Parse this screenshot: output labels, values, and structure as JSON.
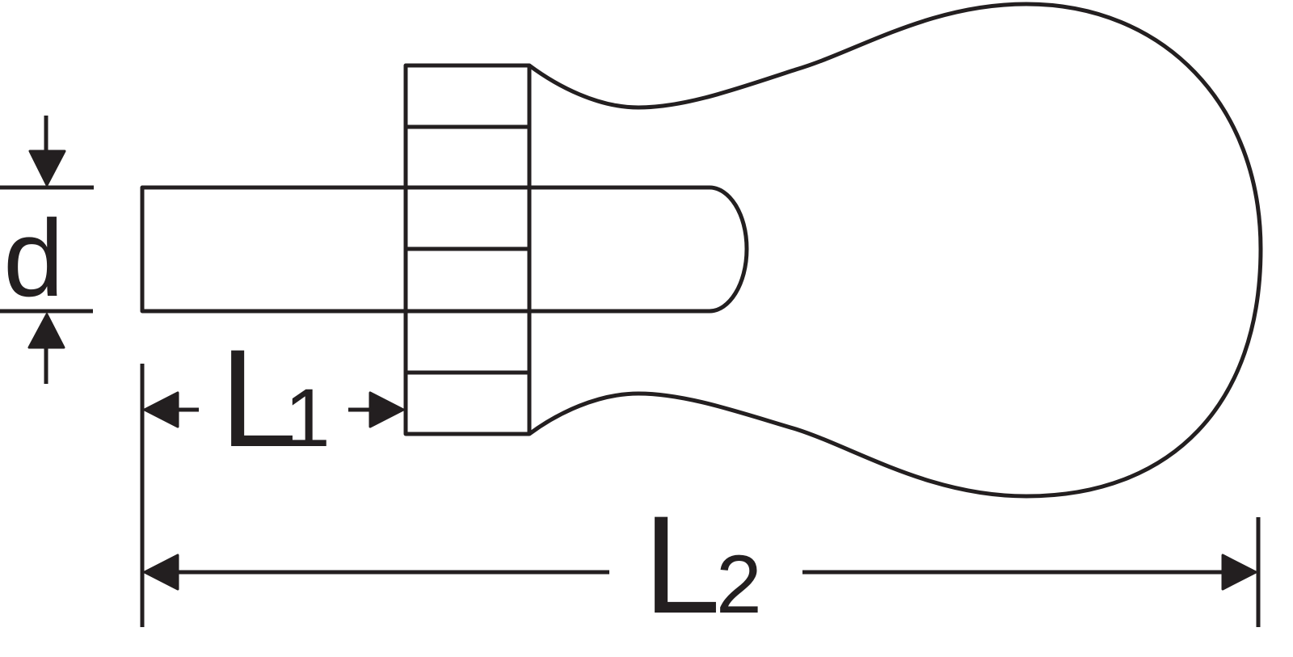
{
  "colors": {
    "stroke": "#231f20",
    "background": "#ffffff"
  },
  "labels": {
    "diameter": "d",
    "l1_letter": "L",
    "l1_sub": "1",
    "l2_letter": "L",
    "l2_sub": "2"
  }
}
